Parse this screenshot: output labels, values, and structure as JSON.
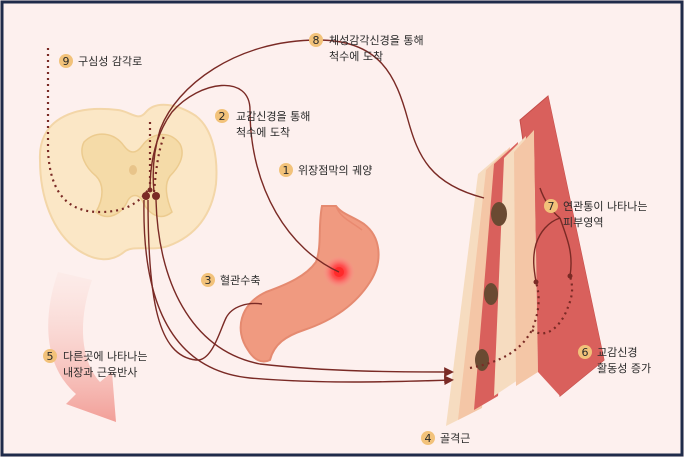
{
  "labels": [
    {
      "num": "1",
      "lines": [
        "위장점막의 궤양"
      ]
    },
    {
      "num": "2",
      "lines": [
        "교감신경을 통해",
        "척수에 도착"
      ]
    },
    {
      "num": "3",
      "lines": [
        "혈관수축"
      ]
    },
    {
      "num": "4",
      "lines": [
        "골격근"
      ]
    },
    {
      "num": "5",
      "lines": [
        "다른곳에 나타나는",
        "내장과 근육반사"
      ]
    },
    {
      "num": "6",
      "lines": [
        "교감신경",
        "활동성 증가"
      ]
    },
    {
      "num": "7",
      "lines": [
        "연관통이 나타나는",
        "피부영역"
      ]
    },
    {
      "num": "8",
      "lines": [
        "체성감각신경을 통해",
        "척수에 도착"
      ]
    },
    {
      "num": "9",
      "lines": [
        "구심성 감각로"
      ]
    }
  ],
  "colors": {
    "background": "#fdf0ee",
    "border": "#1f2b4a",
    "badge": "#f2c27a",
    "nerve": "#7a2a25",
    "spinal_cord": "#fbe7c6",
    "stomach": "#f09a80",
    "muscle": "#d9605c",
    "arrow_shadow": "#f2aaa4",
    "ulcer": "#ff2a2a"
  }
}
